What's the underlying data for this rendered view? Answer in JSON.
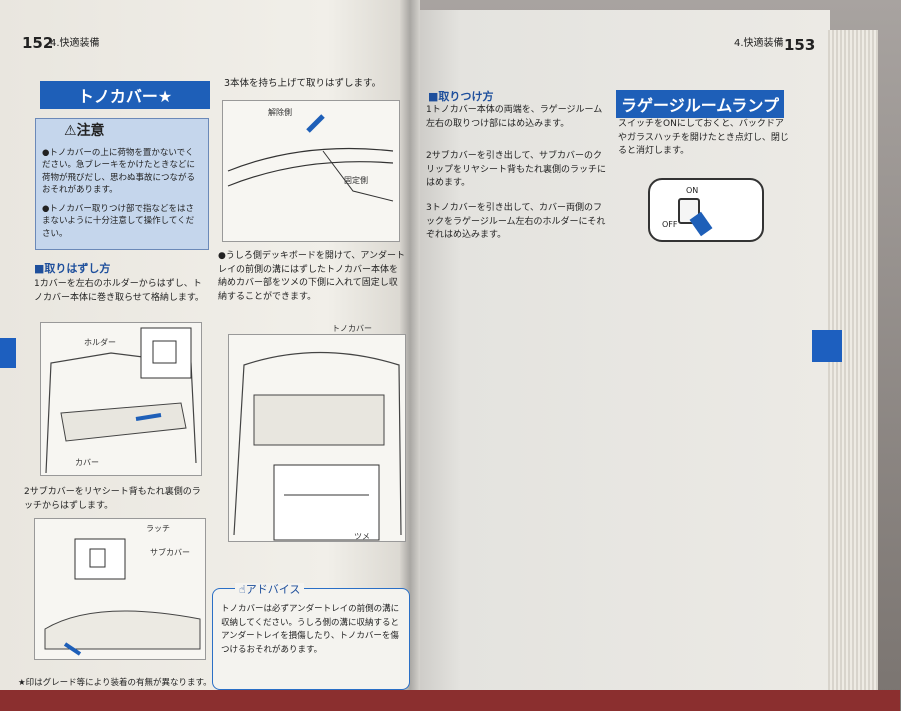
{
  "left": {
    "page_number": "152",
    "chapter": "4.快適装備",
    "title": "トノカバー★",
    "caution": {
      "heading": "注意",
      "items": [
        "●トノカバーの上に荷物を置かないでください。急ブレーキをかけたときなどに荷物が飛びだし、思わぬ事故につながるおそれがあります。",
        "●トノカバー取りつけ部で指などをはさまないように十分注意して操作してください。"
      ]
    },
    "removal": {
      "heading": "■取りはずし方",
      "step1": "1カバーを左右のホルダーからはずし、トノカバー本体に巻き取らせて格納します。",
      "label_holder": "ホルダー",
      "label_cover": "カバー",
      "step2": "2サブカバーをリヤシート背もたれ裏側のラッチからはずします。",
      "label_latch": "ラッチ",
      "label_subcover": "サブカバー"
    },
    "step3": "3本体を持ち上げて取りはずします。",
    "label_release": "解除側",
    "label_fixed": "固定側",
    "storage_note": "●うしろ側デッキボードを開けて、アンダートレイの前側の溝にはずしたトノカバー本体を納めカバー部をツメの下側に入れて固定し収納することができます。",
    "label_tonocover": "トノカバー",
    "label_claw": "ツメ",
    "advice": {
      "heading": "アドバイス",
      "text": "トノカバーは必ずアンダートレイの前側の溝に収納してください。うしろ側の溝に収納するとアンダートレイを損傷したり、トノカバーを傷つけるおそれがあります。"
    },
    "footnote": "★印はグレード等により装着の有無が異なります。"
  },
  "right": {
    "page_number": "153",
    "chapter": "4.快適装備",
    "install": {
      "heading": "■取りつけ方",
      "step1": "1トノカバー本体の両端を、ラゲージルーム左右の取りつけ部にはめ込みます。",
      "step2": "2サブカバーを引き出して、サブカバーのクリップをリヤシート背もたれ裏側のラッチにはめます。",
      "step3": "3トノカバーを引き出して、カバー両側のフックをラゲージルーム左右のホルダーにそれぞれはめ込みます。"
    },
    "lamp": {
      "title": "ラゲージルームランプ",
      "text": "スイッチをONにしておくと、バックドアやガラスハッチを開けたとき点灯し、閉じると消灯します。",
      "on": "ON",
      "off": "OFF"
    }
  }
}
